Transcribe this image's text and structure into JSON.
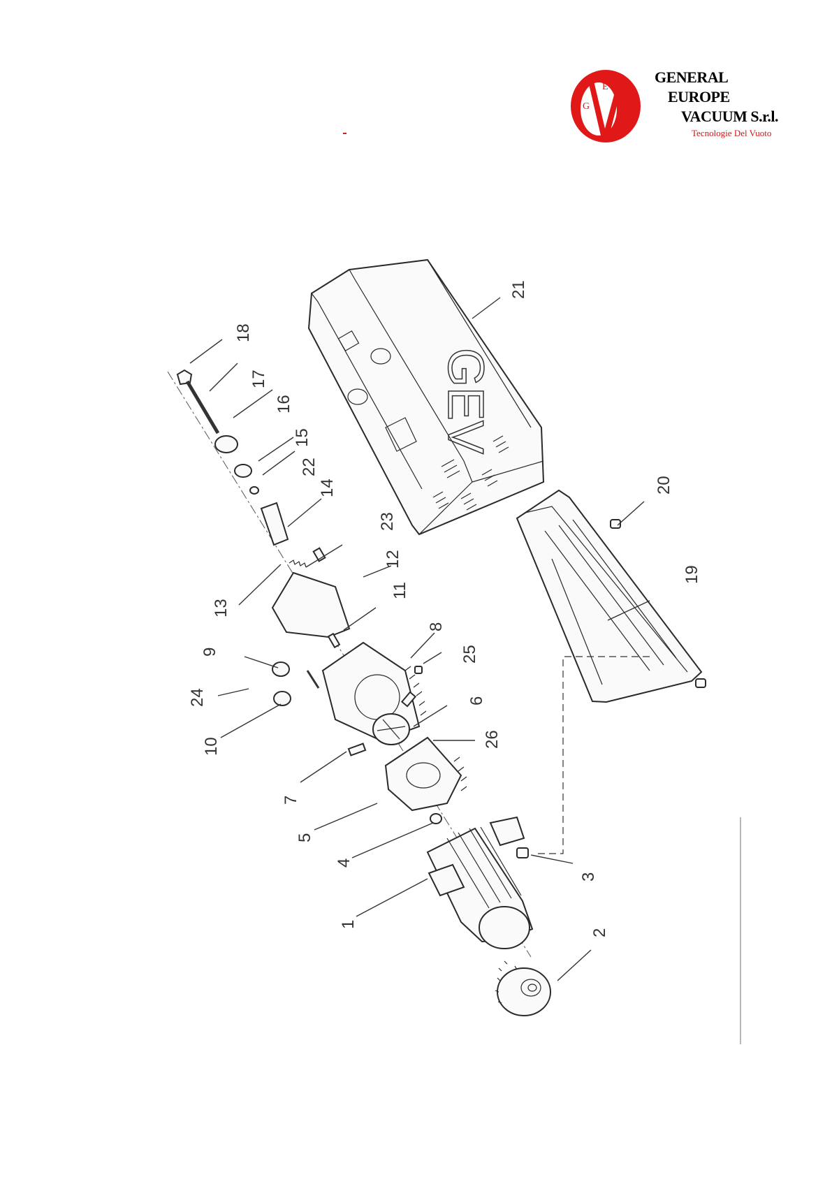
{
  "logo": {
    "letters": [
      "G",
      "E",
      "V"
    ],
    "line1": "GENERAL",
    "line2": "EUROPE",
    "line3": "VACUUM  S.r.l.",
    "tagline": "Tecnologie Del Vuoto",
    "color": "#e01818"
  },
  "housing_lettering": "GEV",
  "part_numbers": [
    "1",
    "2",
    "3",
    "4",
    "5",
    "6",
    "7",
    "8",
    "9",
    "10",
    "11",
    "12",
    "13",
    "14",
    "15",
    "16",
    "17",
    "18",
    "19",
    "20",
    "21",
    "22",
    "23",
    "24",
    "25",
    "26"
  ]
}
